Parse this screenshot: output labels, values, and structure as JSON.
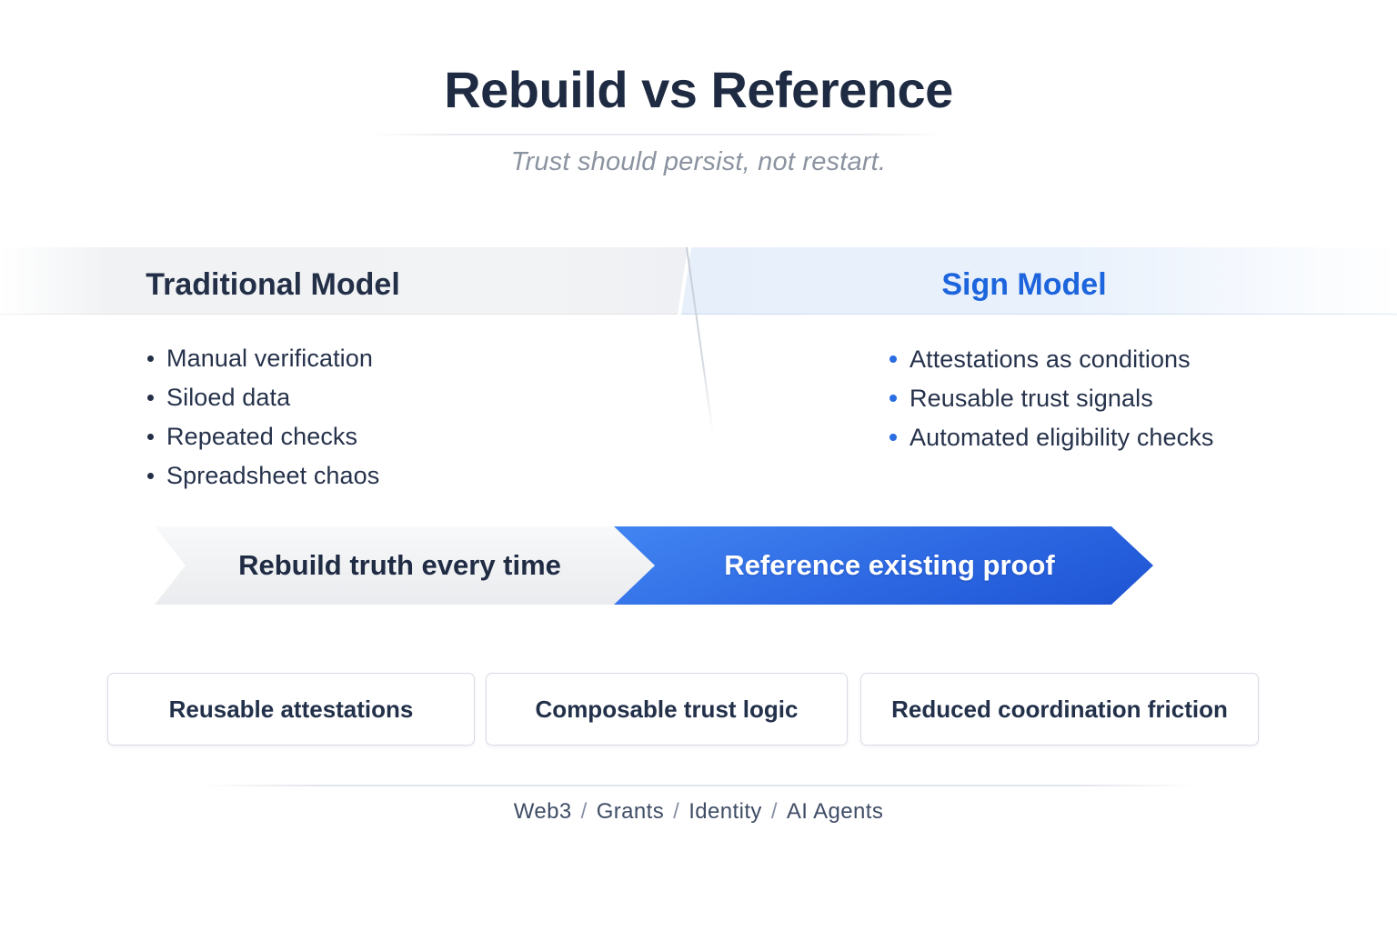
{
  "header": {
    "title": "Rebuild vs Reference",
    "subtitle": "Trust should persist, not restart."
  },
  "comparison": {
    "traditional": {
      "title": "Traditional Model",
      "items": [
        "Manual verification",
        "Siloed data",
        "Repeated checks",
        "Spreadsheet chaos"
      ]
    },
    "sign": {
      "title": "Sign Model",
      "items": [
        "Attestations as conditions",
        "Reusable trust signals",
        "Automated eligibility checks"
      ]
    }
  },
  "flow": {
    "before_label": "Rebuild truth every time",
    "after_label": "Reference existing proof"
  },
  "benefits": [
    "Reusable attestations",
    "Composable trust logic",
    "Reduced coordination friction"
  ],
  "footer": {
    "tags": [
      "Web3",
      "Grants",
      "Identity",
      "AI Agents"
    ],
    "separator": "/"
  },
  "colors": {
    "accent_blue": "#1d65dd",
    "title_navy": "#1f2b42",
    "arrow_blue_start": "#4285f2",
    "arrow_blue_end": "#1d53d2",
    "muted_gray": "#8b93a0"
  }
}
